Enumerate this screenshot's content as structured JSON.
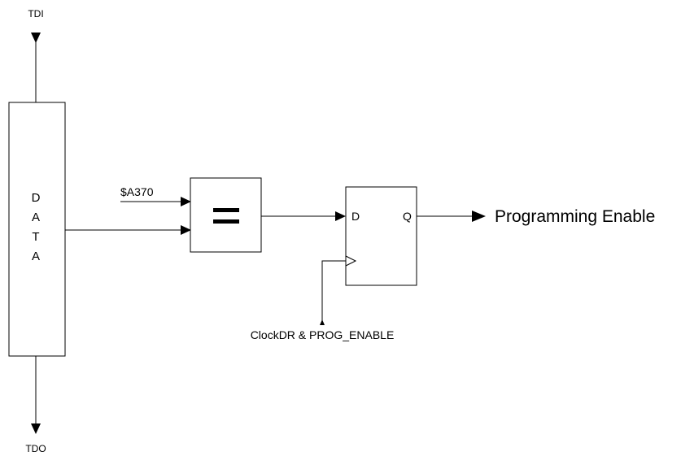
{
  "diagram": {
    "tdi_label": "TDI",
    "tdo_label": "TDO",
    "data_register_letters": [
      "D",
      "A",
      "T",
      "A"
    ],
    "constant_label": "$A370",
    "comparator_symbol": "=",
    "flipflop_d_label": "D",
    "flipflop_q_label": "Q",
    "clock_label": "ClockDR & PROG_ENABLE",
    "output_label": "Programming Enable"
  }
}
